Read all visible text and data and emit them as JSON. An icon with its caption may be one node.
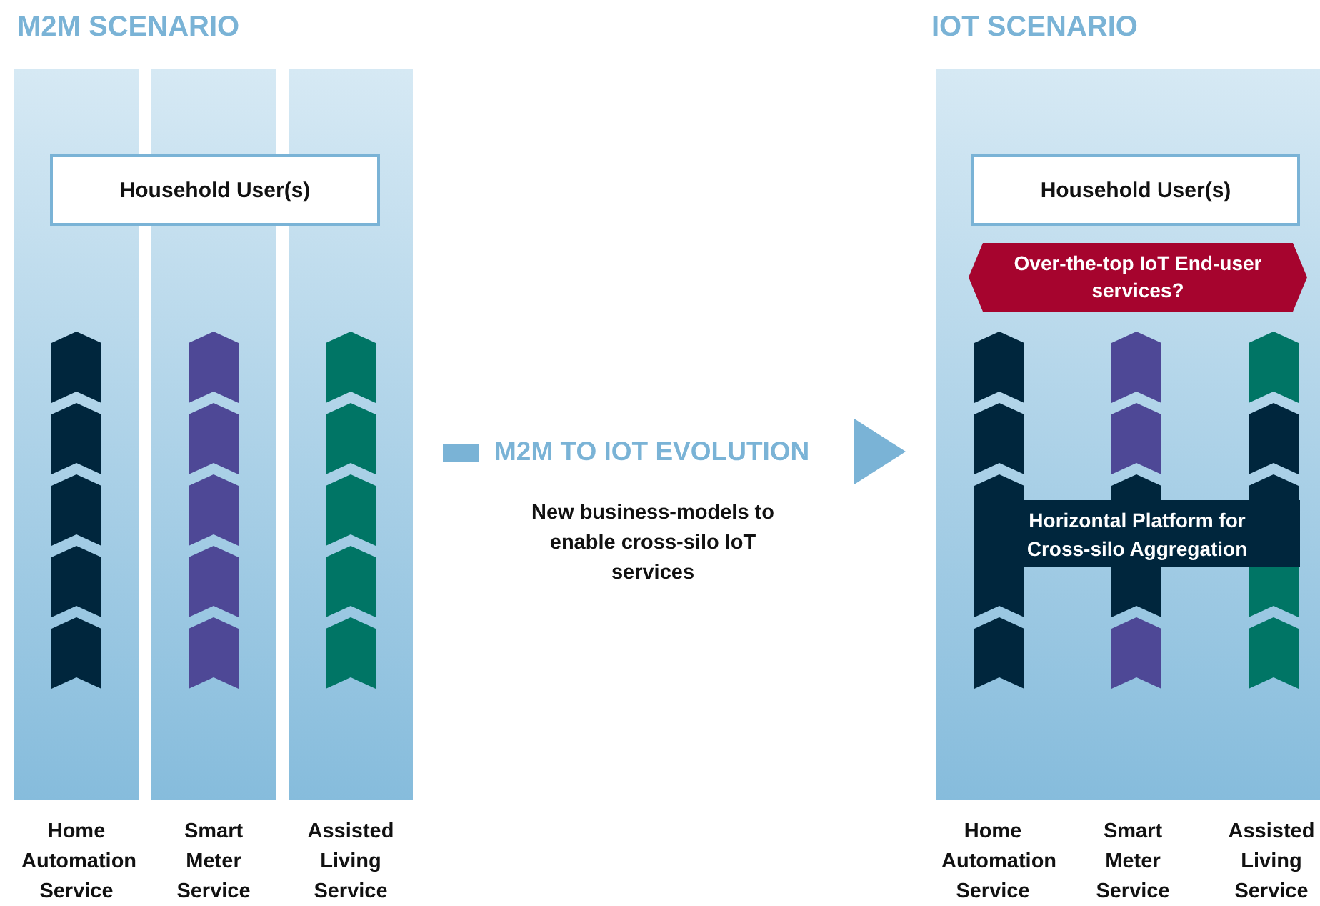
{
  "diagram": {
    "nodes": [
      {
        "text": [
          "Home Automation Service"
        ]
      },
      {
        "text": [
          "Smart Meter Service"
        ]
      },
      {
        "text": [
          "Assisted Living Service"
        ]
      },
      {
        "text": [
          "Household User(s)"
        ]
      },
      {
        "text": [],
        "shape": "box"
      },
      {
        "text": [
          "Household User(s)"
        ],
        "in": 4
      },
      {
        "text": [
          "Over-the-top IoT End-user services?"
        ],
        "in": 4
      },
      {
        "text": [
          "Horizontal Platform for Cross-silo Aggregation"
        ],
        "in": 4
      }
    ],
    "labels": [
      "M2M SCENARIO",
      "IOT SCENARIO",
      "M2M TO IOT EVOLUTION",
      "New business-models to enable cross-silo IoT services",
      "Home Automation Service",
      "Smart Meter Service",
      "Assisted Living Service"
    ]
  }
}
